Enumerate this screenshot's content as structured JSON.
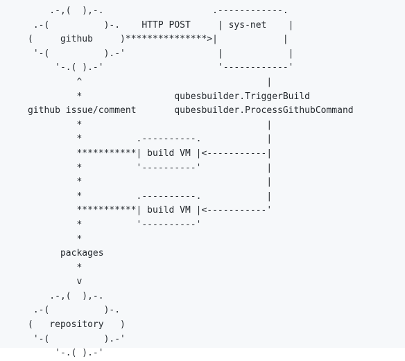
{
  "diagram": {
    "lines": [
      "    .-,(  ),-.                    .------------.",
      " .-(          )-.    HTTP POST     | sys-net    |",
      "(     github     )***************>|            |",
      " '-(          ).-'                 |            |",
      "     '-.( ).-'                     '------------'",
      "         ^                                  |",
      "         *                 qubesbuilder.TriggerBuild",
      "github issue/comment       qubesbuilder.ProcessGithubCommand",
      "         *                                  |",
      "         *          .----------.            |",
      "         ***********| build VM |<-----------|",
      "         *          '----------'            |",
      "         *                                  |",
      "         *          .----------.            |",
      "         ***********| build VM |<-----------'",
      "         *          '----------'",
      "         *",
      "      packages",
      "         *",
      "         v",
      "    .-,(  ),-.",
      " .-(          )-.",
      "(   repository   )",
      " '-(          ).-'",
      "     '-.( ).-'"
    ]
  }
}
